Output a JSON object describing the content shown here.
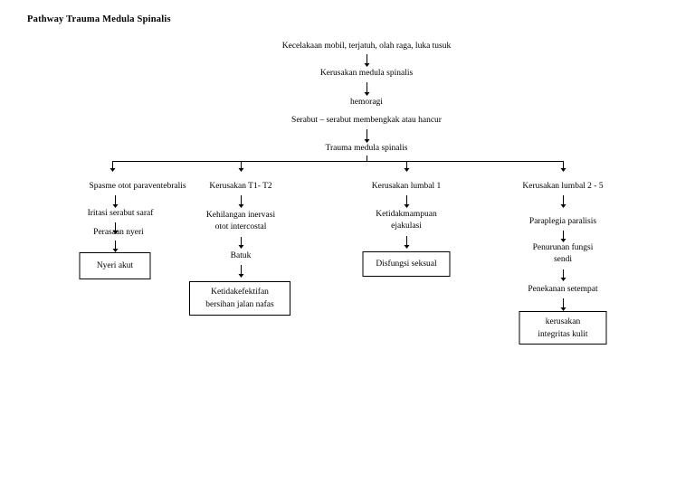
{
  "document": {
    "title": "Pathway Trauma Medula Spinalis",
    "background_color": "#ffffff",
    "line_color": "#000000",
    "text_color": "#000000"
  },
  "chart_data": {
    "type": "diagram",
    "diagram_kind": "flowchart",
    "title": "Pathway Trauma Medula Spinalis",
    "orientation": "top-to-bottom, 4 parallel branches",
    "trunk": [
      {
        "id": "t1",
        "label": "Kecelakaan mobil, terjatuh, olah raga, luka tusuk"
      },
      {
        "id": "t2",
        "label": "Kerusakan  medula spinalis"
      },
      {
        "id": "t3",
        "label": "hemoragi"
      },
      {
        "id": "t4",
        "label": "Serabut – serabut membengkak atau hancur"
      },
      {
        "id": "t5",
        "label": "Trauma medula spinalis"
      }
    ],
    "trunk_edges": [
      {
        "from": "t1",
        "to": "t2",
        "arrow": true
      },
      {
        "from": "t2",
        "to": "t3",
        "arrow": true
      },
      {
        "from": "t3",
        "to": "t4",
        "arrow": false
      },
      {
        "from": "t4",
        "to": "t5",
        "arrow": true
      }
    ],
    "split_from": "t5",
    "branches": [
      {
        "id": "branch-1",
        "steps": [
          "Spasme otot paraventebralis",
          "Iritasi serabut saraf",
          "Perasaan nyeri"
        ],
        "outcome": "Nyeri akut",
        "outcome_boxed": true
      },
      {
        "id": "branch-2",
        "steps": [
          "Kerusakan T1- T2",
          "Kehilangan inervasi otot intercostal",
          "Batuk"
        ],
        "outcome": "Ketidakefektifan bersihan jalan nafas",
        "outcome_boxed": true
      },
      {
        "id": "branch-3",
        "steps": [
          "Kerusakan lumbal 1",
          "Ketidakmampuan ejakulasi"
        ],
        "outcome": "Disfungsi seksual",
        "outcome_boxed": true
      },
      {
        "id": "branch-4",
        "steps": [
          "Kerusakan lumbal 2 - 5",
          "Paraplegia paralisis",
          "Penurunan fungsi sendi",
          "Penekanan setempat"
        ],
        "outcome": "kerusakan integritas kulit",
        "outcome_boxed": true
      }
    ]
  },
  "trunk": {
    "n1": "Kecelakaan mobil, terjatuh, olah raga, luka tusuk",
    "n2": "Kerusakan  medula spinalis",
    "n3": "hemoragi",
    "n4": "Serabut – serabut membengkak atau hancur",
    "n5": "Trauma medula spinalis"
  },
  "branch1": {
    "s1": "Spasme otot paraventebralis",
    "s2": "Iritasi serabut saraf",
    "s3": "Perasaan nyeri",
    "outcome": "Nyeri akut"
  },
  "branch2": {
    "s1": "Kerusakan T1- T2",
    "s2_line1": "Kehilangan inervasi",
    "s2_line2": "otot intercostal",
    "s3": "Batuk",
    "outcome_line1": "Ketidakefektifan",
    "outcome_line2": "bersihan jalan nafas"
  },
  "branch3": {
    "s1": "Kerusakan lumbal 1",
    "s2_line1": "Ketidakmampuan",
    "s2_line2": "ejakulasi",
    "outcome": "Disfungsi seksual"
  },
  "branch4": {
    "s1": "Kerusakan lumbal 2 - 5",
    "s2": "Paraplegia paralisis",
    "s3_line1": "Penurunan fungsi",
    "s3_line2": "sendi",
    "s4": "Penekanan setempat",
    "outcome_line1": "kerusakan",
    "outcome_line2": "integritas kulit"
  }
}
